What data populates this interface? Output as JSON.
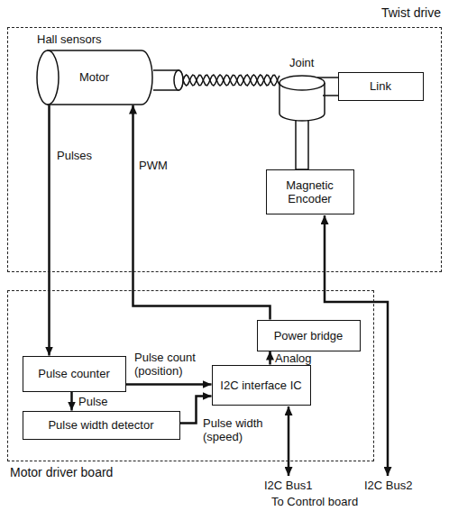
{
  "diagram": {
    "nodes": [
      {
        "text": [
          "Twist drive"
        ]
      },
      {
        "text": [
          "Motor"
        ],
        "in": 0
      },
      {
        "text": [
          "Link"
        ],
        "in": 0
      },
      {
        "text": [
          "Magnetic Encoder"
        ],
        "in": 0
      },
      {
        "text": [
          "Motor driver board"
        ]
      },
      {
        "text": [
          "Pulse counter"
        ],
        "in": 4
      },
      {
        "text": [
          "Pulse width detector"
        ],
        "in": 4
      },
      {
        "text": [
          "Power bridge"
        ],
        "in": 4
      },
      {
        "text": [
          "I2C interface IC"
        ],
        "in": 4
      }
    ],
    "edges": [
      {
        "from": 1,
        "to": 5,
        "label": "Pulses",
        "arrow": "to"
      },
      {
        "from": 5,
        "to": 6,
        "label": "Pulse",
        "arrow": "to"
      },
      {
        "from": 5,
        "to": 8,
        "label": "Pulse count (position)",
        "arrow": "to"
      },
      {
        "from": 6,
        "to": 8,
        "label": "Pulse width (speed)",
        "arrow": "to"
      },
      {
        "from": 8,
        "to": 7,
        "label": "Analog",
        "arrow": "to"
      },
      {
        "from": 7,
        "to": 1,
        "label": "PWM",
        "arrow": "to"
      }
    ],
    "labels": [
      "Hall sensors",
      "Joint",
      "I2C Bus1",
      "I2C Bus2",
      "To Control board"
    ]
  }
}
